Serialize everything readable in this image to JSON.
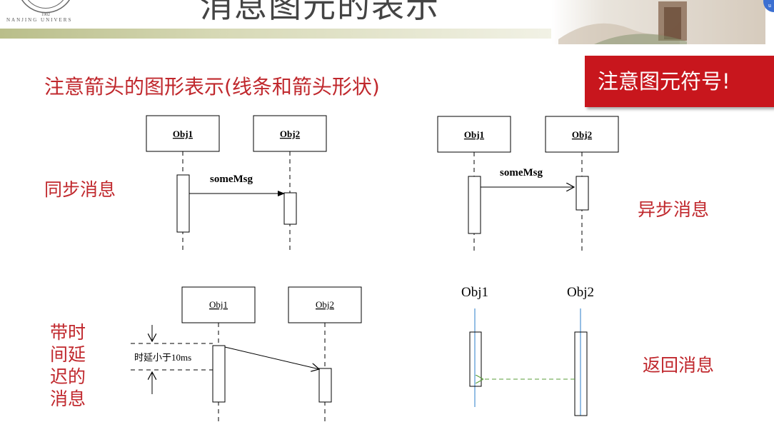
{
  "slide": {
    "title": "消息图元的表示",
    "subtitle": "注意箭头的图形表示(线条和箭头形状)",
    "note": "注意图元符号!",
    "logo_text": "NANJING UNIVERSITY",
    "logo_year": "1902"
  },
  "labels": {
    "sync": "同步消息",
    "async": "异步消息",
    "delay_lines": [
      "带时",
      "间延",
      "迟的",
      "消息"
    ],
    "return": "返回消息"
  },
  "diagrams": {
    "sync": {
      "obj1": "Obj1",
      "obj2": "Obj2",
      "message": "someMsg"
    },
    "async": {
      "obj1": "Obj1",
      "obj2": "Obj2",
      "message": "someMsg"
    },
    "delay": {
      "obj1": "Obj1",
      "obj2": "Obj2",
      "constraint": "时延小于10ms"
    },
    "return": {
      "obj1": "Obj1",
      "obj2": "Obj2"
    }
  },
  "colors": {
    "title_red": "#c0282d",
    "note_bg": "#c8161d",
    "lifeline_blue": "#5b9bd5",
    "return_arrow_green": "#5a9e3a"
  }
}
